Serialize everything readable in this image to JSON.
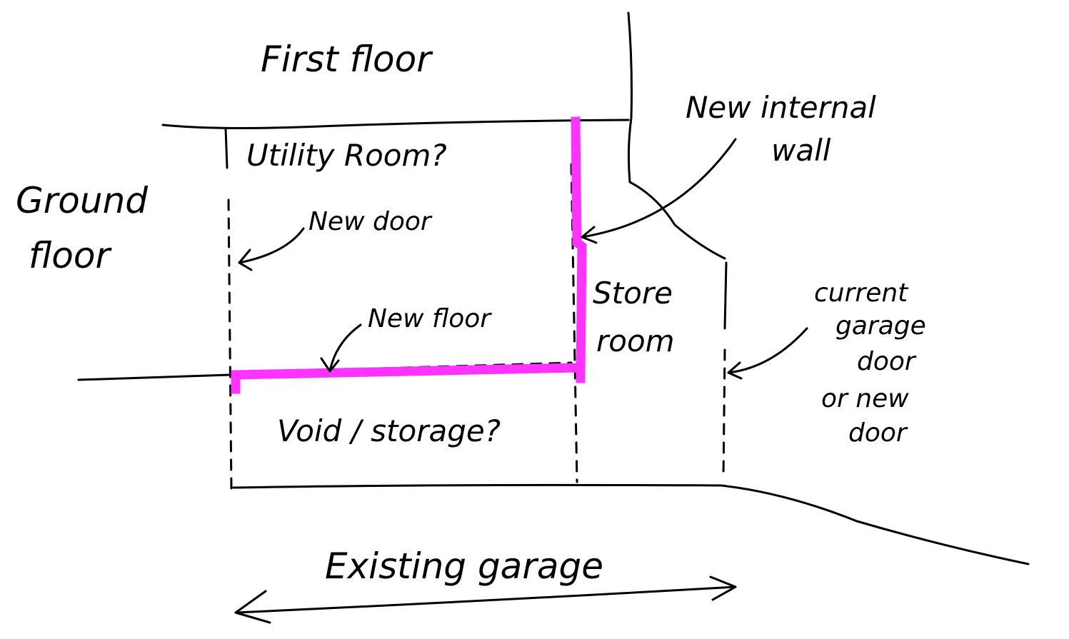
{
  "labels": {
    "first_floor": "First floor",
    "ground_floor_line1": "Ground",
    "ground_floor_line2": "floor",
    "utility_room": "Utility Room?",
    "new_door": "New door",
    "new_floor": "New floor",
    "void_storage": "Void / storage?",
    "store_room_line1": "Store",
    "store_room_line2": "room",
    "new_internal_wall_line1": "New internal",
    "new_internal_wall_line2": "wall",
    "garage_door_line1": "current",
    "garage_door_line2": "garage",
    "garage_door_line3": "door",
    "garage_door_line4": "or new",
    "garage_door_line5": "door",
    "existing_garage": "Existing garage"
  },
  "colors": {
    "ink": "#000000",
    "highlight": "#ff33ff",
    "paper": "#ffffff"
  }
}
